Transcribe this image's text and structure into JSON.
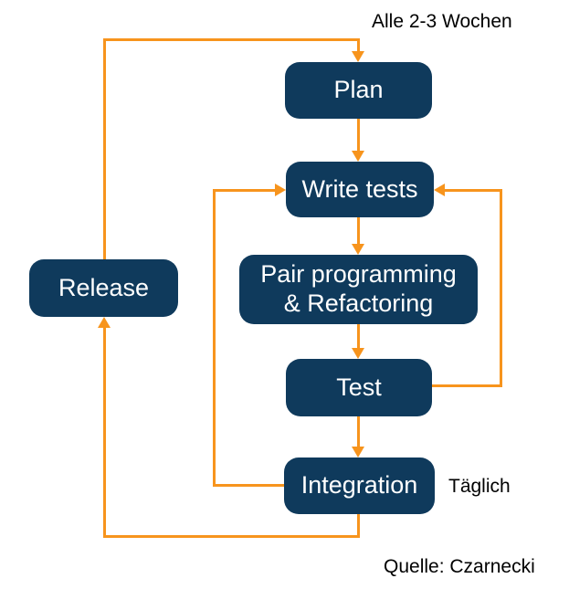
{
  "labels": {
    "cycle": "Alle 2-3 Wochen",
    "daily": "Täglich",
    "source": "Quelle: Czarnecki"
  },
  "nodes": [
    {
      "id": "plan",
      "label": "Plan"
    },
    {
      "id": "write-tests",
      "label": "Write tests"
    },
    {
      "id": "pair-programming",
      "label": "Pair programming\n& Refactoring"
    },
    {
      "id": "test",
      "label": "Test"
    },
    {
      "id": "integration",
      "label": "Integration"
    },
    {
      "id": "release",
      "label": "Release"
    }
  ],
  "edges": [
    {
      "from": "release",
      "to": "plan",
      "label": "Alle 2-3 Wochen"
    },
    {
      "from": "plan",
      "to": "write-tests"
    },
    {
      "from": "write-tests",
      "to": "pair-programming"
    },
    {
      "from": "pair-programming",
      "to": "test"
    },
    {
      "from": "test",
      "to": "integration",
      "label": "Täglich"
    },
    {
      "from": "test",
      "to": "write-tests",
      "side": "right"
    },
    {
      "from": "integration",
      "to": "write-tests",
      "side": "left"
    },
    {
      "from": "integration",
      "to": "release"
    }
  ],
  "colors": {
    "node_fill": "#0f3a5c",
    "node_text": "#ffffff",
    "arrow": "#f7941d",
    "label_text": "#000000",
    "background": "#ffffff"
  }
}
